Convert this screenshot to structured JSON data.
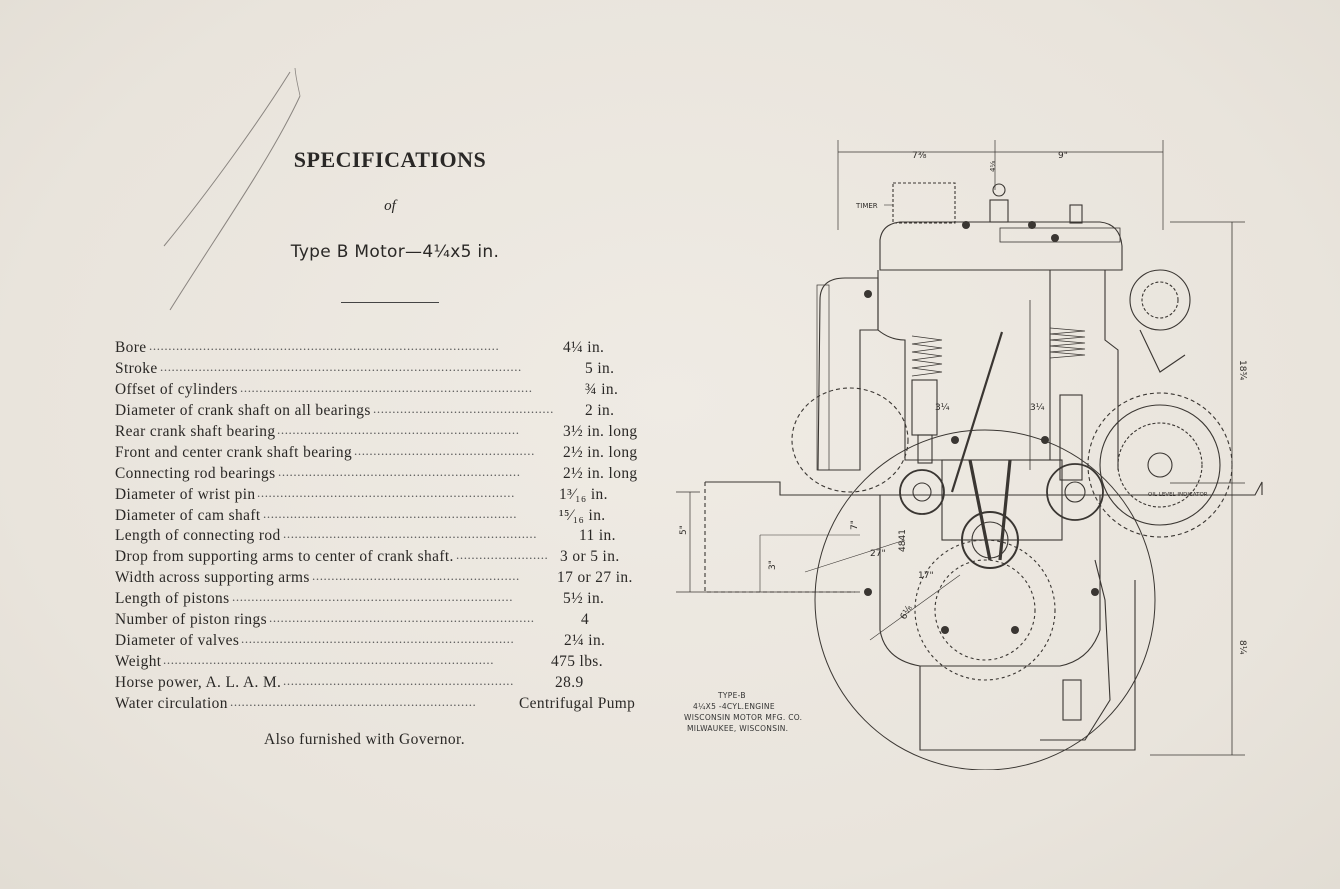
{
  "document": {
    "title": "SPECIFICATIONS",
    "of": "of",
    "subtitle": "Type B Motor—4¼x5 in.",
    "footnote": "Also furnished with Governor."
  },
  "specs": [
    {
      "label": "Bore",
      "value": "4¼ in."
    },
    {
      "label": "Stroke",
      "value": "5 in."
    },
    {
      "label": "Offset of cylinders",
      "value": "¾ in."
    },
    {
      "label": "Diameter of crank shaft on all bearings",
      "value": "2 in."
    },
    {
      "label": "Rear crank shaft bearing",
      "value": "3½ in. long"
    },
    {
      "label": "Front and center crank shaft bearing",
      "value": "2½ in. long"
    },
    {
      "label": "Connecting rod bearings",
      "value": "2½ in. long"
    },
    {
      "label": "Diameter of wrist pin",
      "value": "1³⁄₁₆ in."
    },
    {
      "label": "Diameter of cam shaft",
      "value": "¹⁵⁄₁₆ in."
    },
    {
      "label": "Length of connecting rod",
      "value": "11 in."
    },
    {
      "label": "Drop from supporting arms to center of crank shaft.",
      "value": "3 or 5 in."
    },
    {
      "label": "Width across supporting arms",
      "value": "17 or 27 in."
    },
    {
      "label": "Length of pistons",
      "value": "5½ in."
    },
    {
      "label": "Number of piston rings",
      "value": "4"
    },
    {
      "label": "Diameter of valves",
      "value": "2¼ in."
    },
    {
      "label": "Weight",
      "value": "475 lbs."
    },
    {
      "label": "Horse power, A. L. A. M.",
      "value": "28.9"
    },
    {
      "label": "Water circulation",
      "value": "Centrifugal Pump"
    }
  ],
  "drawing": {
    "dimensions": {
      "top_left": "7⅜",
      "top_right": "9\"",
      "top_small": "4⅛",
      "right_upper": "18¾",
      "right_lower": "8¼",
      "left_5": "5\"",
      "left_3": "3\"",
      "d_27": "27\"",
      "d_17": "17\"",
      "d_7": "7\"",
      "d_4841": "4841",
      "d_61": "6⅛",
      "d_3_left": "3¼",
      "d_3_right": "3¼"
    },
    "labels": {
      "timer": "TIMER",
      "oil_indicator": "OIL LEVEL INDICATOR"
    },
    "caption": {
      "line1": "TYPE-B",
      "line2": "4¼X5 -4CYL.ENGINE",
      "line3": "WISCONSIN MOTOR MFG. CO.",
      "line4": "MILWAUKEE, WISCONSIN."
    }
  }
}
